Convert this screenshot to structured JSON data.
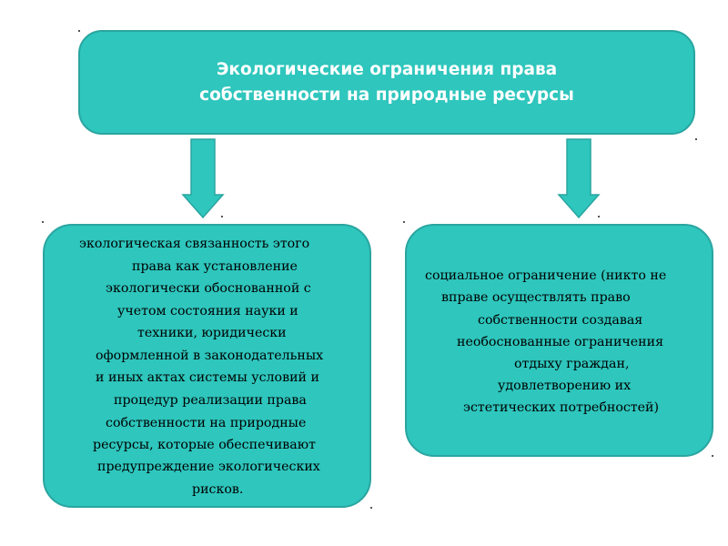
{
  "title": {
    "line1": "Экологические ограничения права",
    "line2": "собственности на природные ресурсы"
  },
  "left_box": {
    "lines": [
      "экологическая связанность этого",
      "права как установление",
      "экологически обоснованной с",
      "учетом состояния науки и",
      "техники, юридически",
      "оформленной в законодательных",
      "и иных актах системы условий и",
      "процедур реализации права",
      "собственности на природные",
      "ресурсы, которые обеспечивают",
      "предупреждение экологических",
      "рисков."
    ]
  },
  "right_box": {
    "lines": [
      "социальное ограничение (никто не",
      "вправе осуществлять право",
      "собственности создавая",
      "необоснованные ограничения",
      "отдыху граждан,",
      "удовлетворению их",
      "эстетических потребностей)"
    ]
  },
  "colors": {
    "box_fill": "#2ec6bd",
    "box_border": "#2aa5a0",
    "title_text": "#ffffff",
    "body_text": "#000000"
  }
}
